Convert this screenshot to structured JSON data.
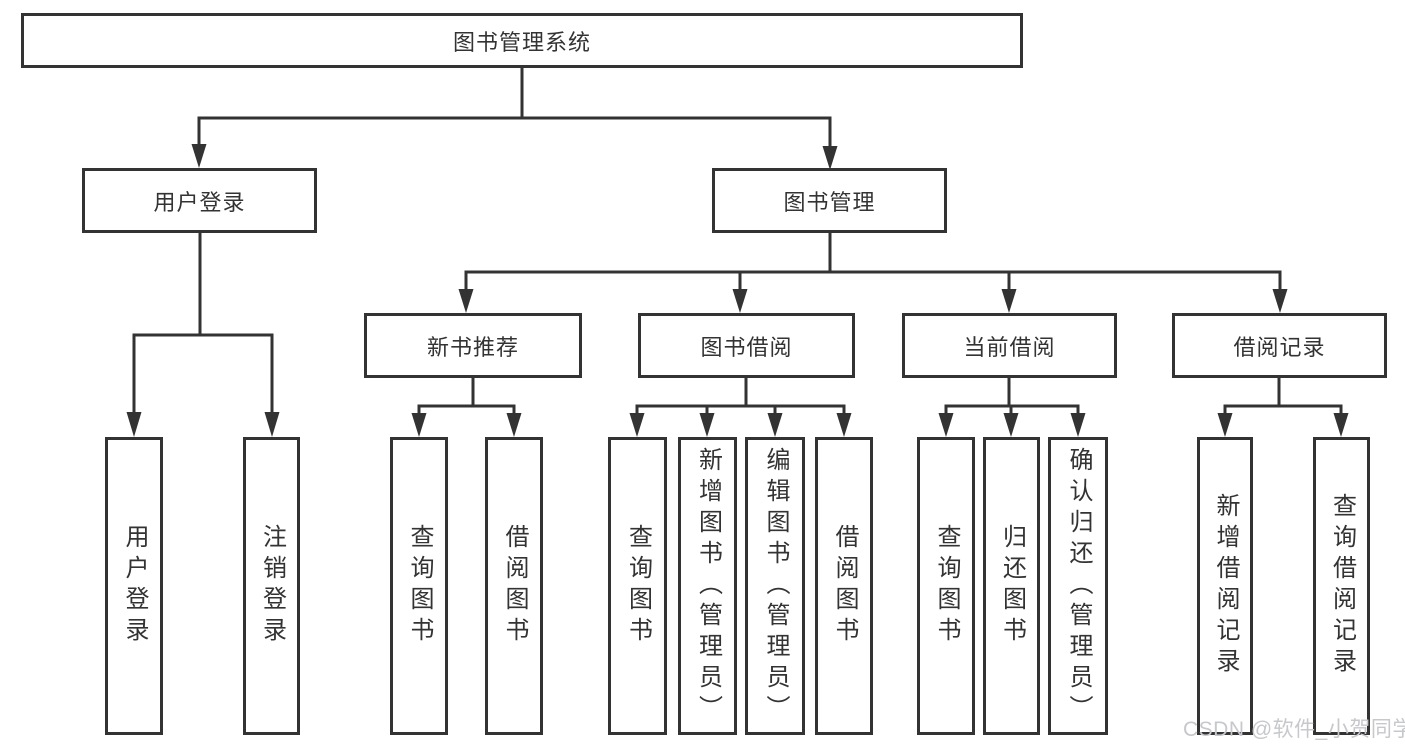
{
  "diagram": {
    "title": "图书管理系统",
    "level2": {
      "user_login": "用户登录",
      "book_management": "图书管理"
    },
    "level3": {
      "new_book_recommend": "新书推荐",
      "book_borrowing": "图书借阅",
      "current_borrowing": "当前借阅",
      "borrowing_records": "借阅记录"
    },
    "leaves": {
      "user_login_children": [
        "用户登录",
        "注销登录"
      ],
      "new_book_children": [
        "查询图书",
        "借阅图书"
      ],
      "book_borrowing_children": [
        "查询图书",
        "新增图书（管理员）",
        "编辑图书（管理员）",
        "借阅图书"
      ],
      "current_borrowing_children": [
        "查询图书",
        "归还图书",
        "确认归还（管理员）"
      ],
      "borrowing_records_children": [
        "新增借阅记录",
        "查询借阅记录"
      ]
    },
    "colors": {
      "line": "#333333",
      "text": "#333333",
      "watermark_text": "#c7c8cc",
      "background": "#ffffff"
    }
  },
  "watermark": {
    "label": "CSDN @软件_小贺同学"
  }
}
